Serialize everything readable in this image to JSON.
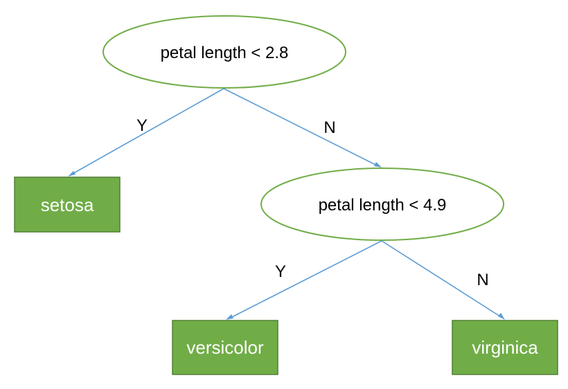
{
  "colors": {
    "edge": "#5b9bd5",
    "decision_border": "#70ad47",
    "leaf_fill": "#70ad47",
    "leaf_text": "#ffffff",
    "text": "#000000"
  },
  "nodes": {
    "root": {
      "kind": "decision",
      "label": "petal length < 2.8"
    },
    "setosa": {
      "kind": "leaf",
      "label": "setosa"
    },
    "inner": {
      "kind": "decision",
      "label": "petal length < 4.9"
    },
    "versicolor": {
      "kind": "leaf",
      "label": "versicolor"
    },
    "virginica": {
      "kind": "leaf",
      "label": "virginica"
    }
  },
  "edges": [
    {
      "from": "root",
      "to": "setosa",
      "label": "Y"
    },
    {
      "from": "root",
      "to": "inner",
      "label": "N"
    },
    {
      "from": "inner",
      "to": "versicolor",
      "label": "Y"
    },
    {
      "from": "inner",
      "to": "virginica",
      "label": "N"
    }
  ]
}
